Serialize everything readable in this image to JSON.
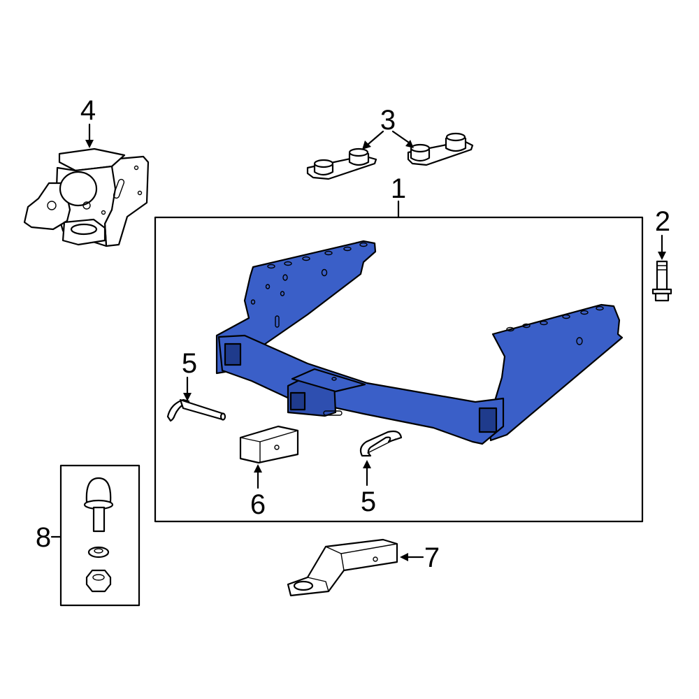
{
  "colors": {
    "highlight": "#3a5fc8",
    "highlight_shade": "#2e4fb0",
    "part_fill": "#ffffff",
    "box_fill": "#f8f8f8",
    "outline": "#000000"
  },
  "callouts": {
    "c1": "1",
    "c2": "2",
    "c3": "3",
    "c4": "4",
    "c5a": "5",
    "c5b": "5",
    "c6": "6",
    "c7": "7",
    "c8": "8"
  }
}
